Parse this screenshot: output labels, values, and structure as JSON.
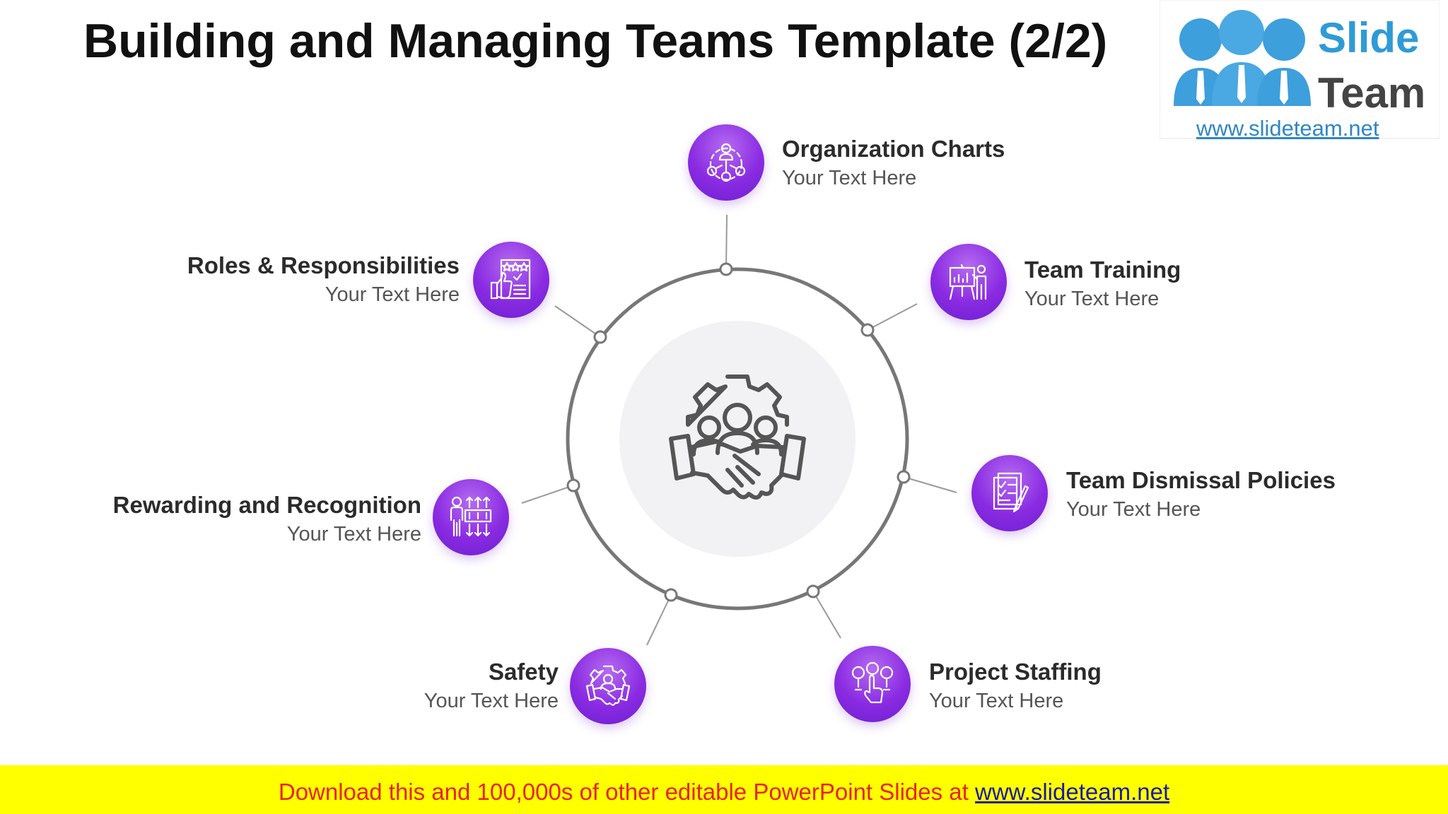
{
  "title": "Building and Managing Teams Template (2/2)",
  "logo": {
    "word1": "Slide",
    "word2": "Team",
    "url": "www.slideteam.net"
  },
  "colors": {
    "node_purple": "#8a2be2",
    "ring_gray": "#777777",
    "footer_yellow": "#ffff00",
    "footer_red": "#e8231f",
    "logo_blue": "#2f9bd6"
  },
  "center": {
    "icon": "teamwork-handshake-gear-icon"
  },
  "items": [
    {
      "key": "organization-charts",
      "title": "Organization Charts",
      "text": "Your Text Here",
      "icon": "organization-chart-icon"
    },
    {
      "key": "team-training",
      "title": "Team Training",
      "text": "Your Text Here",
      "icon": "presentation-board-icon"
    },
    {
      "key": "team-dismissal-policies",
      "title": "Team Dismissal Policies",
      "text": "Your Text Here",
      "icon": "policy-document-icon"
    },
    {
      "key": "project-staffing",
      "title": "Project Staffing",
      "text": "Your Text Here",
      "icon": "staff-selection-icon"
    },
    {
      "key": "safety",
      "title": "Safety",
      "text": "Your Text Here",
      "icon": "handshake-gear-icon"
    },
    {
      "key": "rewarding-and-recognition",
      "title": "Rewarding and Recognition",
      "text": "Your Text Here",
      "icon": "performance-arrows-icon"
    },
    {
      "key": "roles-and-responsibilities",
      "title": "Roles & Responsibilities",
      "text": "Your Text Here",
      "icon": "rating-clipboard-icon"
    }
  ],
  "footer": {
    "text": "Download this and 100,000s of other editable PowerPoint Slides at ",
    "link": "www.slideteam.net"
  }
}
